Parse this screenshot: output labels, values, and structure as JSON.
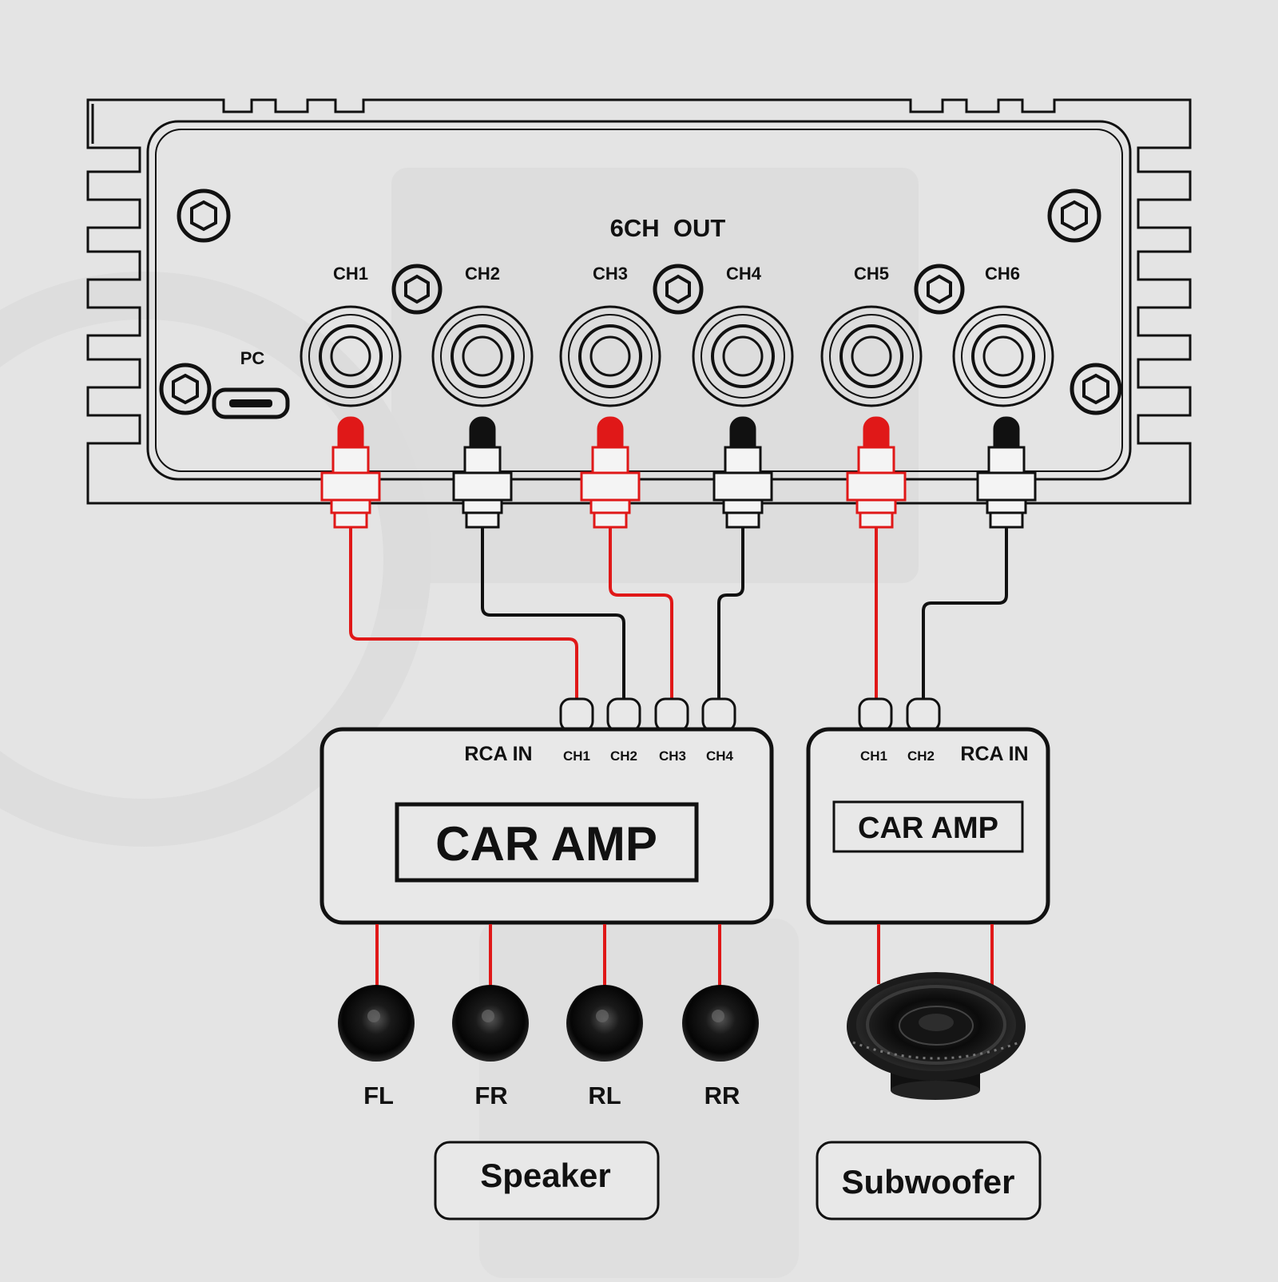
{
  "processor": {
    "title": "6CH  OUT",
    "pc_label": "PC",
    "channels": [
      "CH1",
      "CH2",
      "CH3",
      "CH4",
      "CH5",
      "CH6"
    ]
  },
  "amp_left": {
    "rca_label": "RCA IN",
    "inputs": [
      "CH1",
      "CH2",
      "CH3",
      "CH4"
    ],
    "name": "CAR AMP"
  },
  "amp_right": {
    "rca_label": "RCA IN",
    "inputs": [
      "CH1",
      "CH2"
    ],
    "name": "CAR AMP"
  },
  "speakers": [
    "FL",
    "FR",
    "RL",
    "RR"
  ],
  "groups": {
    "speaker": "Speaker",
    "subwoofer": "Subwoofer"
  },
  "colors": {
    "wire_red": "#e01818",
    "wire_black": "#111111",
    "background": "#e4e4e4"
  }
}
